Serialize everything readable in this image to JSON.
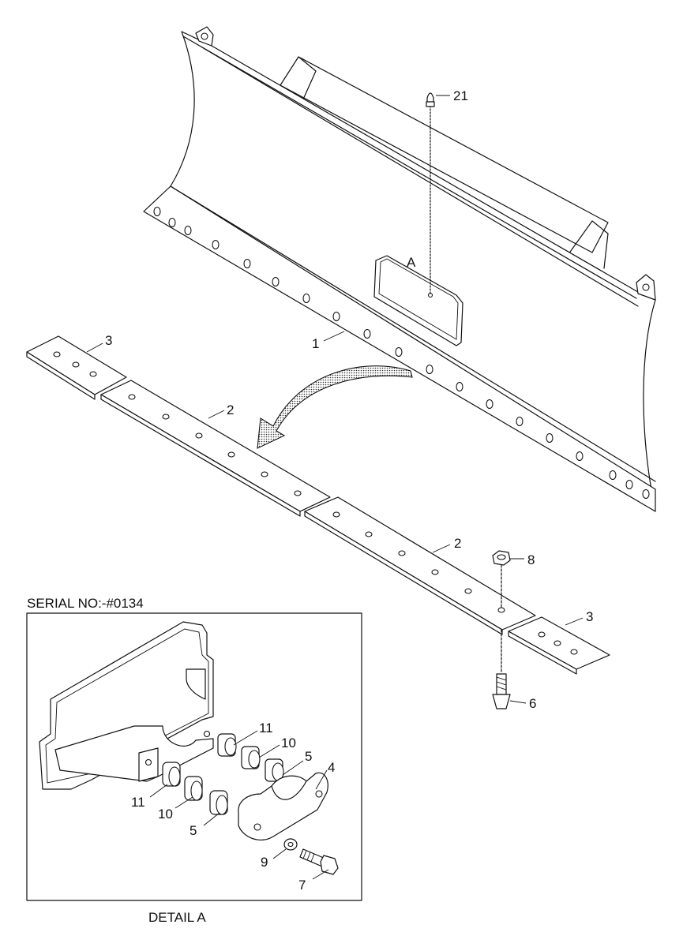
{
  "labels": {
    "serial": "SERIAL NO:-#0134",
    "detail_caption": "DETAIL A",
    "detail_ref": "A"
  },
  "callouts": [
    "1",
    "2",
    "2",
    "3",
    "3",
    "4",
    "5",
    "5",
    "6",
    "7",
    "8",
    "9",
    "10",
    "10",
    "11",
    "11",
    "21"
  ],
  "colors": {
    "line": "#111111",
    "background": "#ffffff"
  }
}
